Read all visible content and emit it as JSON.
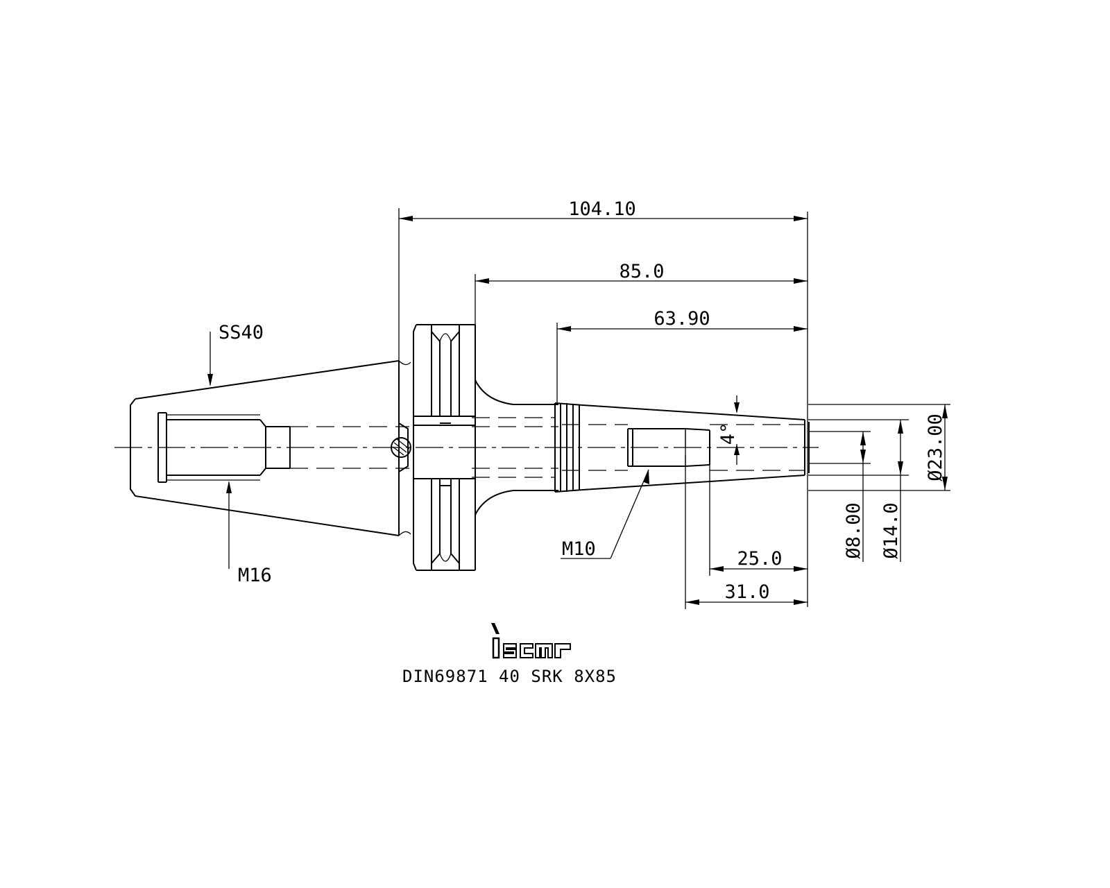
{
  "dimensions": {
    "overall_length": "104.10",
    "gauge_length": "85.0",
    "nose_length": "63.90",
    "bore_depth": "25.0",
    "stop_depth": "31.0",
    "taper_angle": "4°",
    "nose_diameter": "Ø23.00",
    "bore_diameter": "Ø8.00",
    "tip_diameter": "Ø14.0"
  },
  "callouts": {
    "taper": "SS40",
    "retention_thread": "M16",
    "stop_screw_thread": "M10"
  },
  "logo": {
    "text": "iscar"
  },
  "designation": "DIN69871 40 SRK 8X85"
}
